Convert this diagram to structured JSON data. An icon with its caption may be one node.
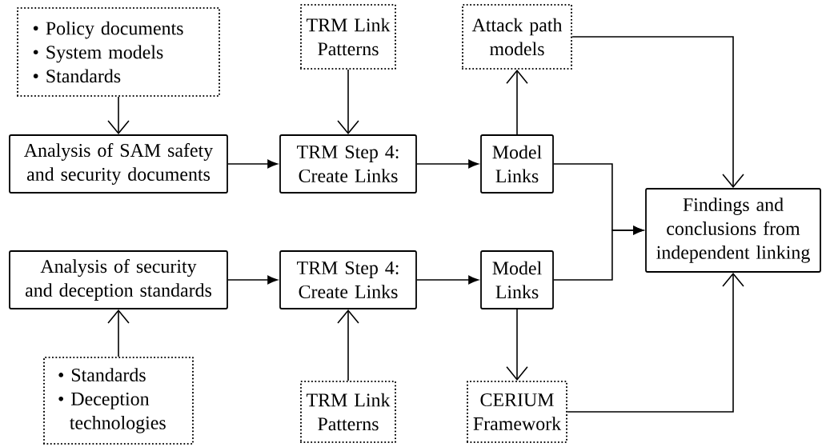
{
  "diagram": {
    "nodes": [
      {
        "text": [
          "• Policy documents",
          "• System models",
          "• Standards"
        ]
      },
      {
        "text": [
          "TRM Link Patterns"
        ]
      },
      {
        "text": [
          "Attack path models"
        ]
      },
      {
        "text": [
          "Analysis of SAM safety and security documents"
        ]
      },
      {
        "text": [
          "TRM Step 4: Create Links"
        ]
      },
      {
        "text": [
          "Model Links"
        ]
      },
      {
        "text": [
          "Findings and conclusions from independent linking"
        ]
      },
      {
        "text": [
          "Analysis of security and deception standards"
        ]
      },
      {
        "text": [
          "TRM Step 4: Create Links"
        ]
      },
      {
        "text": [
          "Model Links"
        ]
      },
      {
        "text": [
          "• Standards",
          "• Deception technologies"
        ]
      },
      {
        "text": [
          "TRM Link Patterns"
        ]
      },
      {
        "text": [
          "CERIUM Framework"
        ]
      }
    ],
    "edges": [
      {
        "from": 0,
        "to": 3,
        "arrow": "to"
      },
      {
        "from": 1,
        "to": 4,
        "arrow": "to"
      },
      {
        "from": 3,
        "to": 4,
        "arrow": "to"
      },
      {
        "from": 4,
        "to": 5,
        "arrow": "to"
      },
      {
        "from": 5,
        "to": 2,
        "arrow": "to"
      },
      {
        "from": 2,
        "to": 6,
        "arrow": "to"
      },
      {
        "from": 5,
        "to": 6,
        "arrow": "to"
      },
      {
        "from": 7,
        "to": 8,
        "arrow": "to"
      },
      {
        "from": 8,
        "to": 9,
        "arrow": "to"
      },
      {
        "from": 9,
        "to": 6,
        "arrow": "to"
      },
      {
        "from": 10,
        "to": 7,
        "arrow": "to"
      },
      {
        "from": 11,
        "to": 8,
        "arrow": "to"
      },
      {
        "from": 9,
        "to": 12,
        "arrow": "to"
      },
      {
        "from": 12,
        "to": 6,
        "arrow": "to"
      }
    ]
  }
}
